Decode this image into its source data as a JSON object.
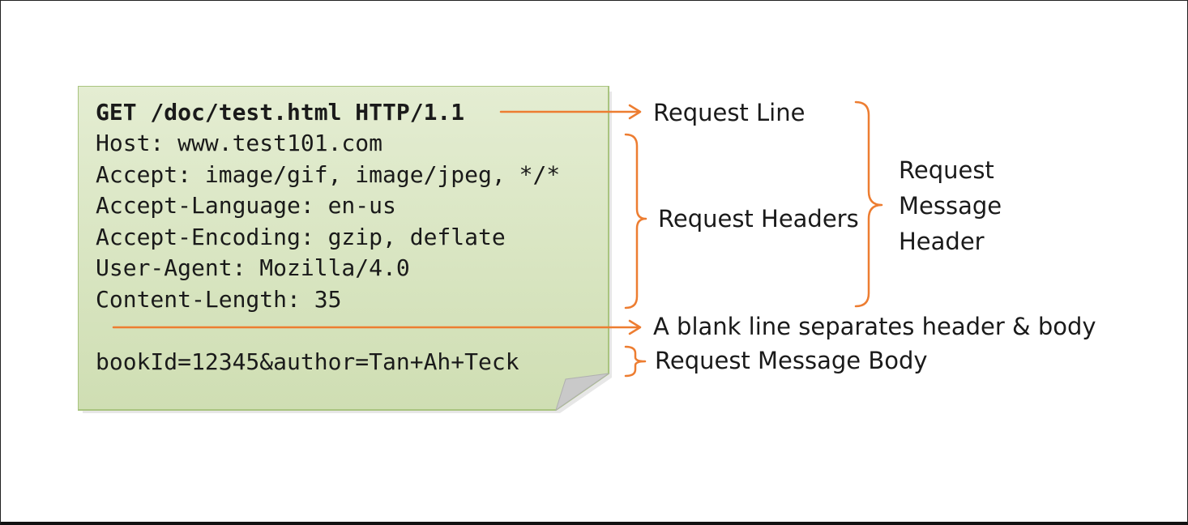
{
  "request": {
    "request_line": "GET /doc/test.html HTTP/1.1",
    "headers": [
      "Host: www.test101.com",
      "Accept: image/gif, image/jpeg, */*",
      "Accept-Language: en-us",
      "Accept-Encoding: gzip, deflate",
      "User-Agent: Mozilla/4.0",
      "Content-Length: 35"
    ],
    "body": "bookId=12345&author=Tan+Ah+Teck"
  },
  "labels": {
    "request_line": "Request Line",
    "request_headers": "Request Headers",
    "message_header": [
      "Request",
      "Message",
      "Header"
    ],
    "blank_line": "A blank line separates header & body",
    "message_body": "Request Message Body"
  },
  "colors": {
    "note_fill": "#d6e3bc",
    "note_border": "#a9c47f",
    "arrow": "#ed7d31",
    "fold": "#c9c9c9"
  }
}
